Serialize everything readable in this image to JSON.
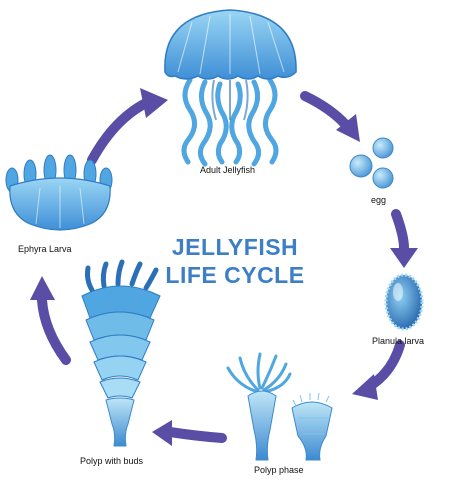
{
  "title": {
    "line1": "JELLYFISH",
    "line2": "LIFE CYCLE"
  },
  "stages": {
    "adult": "Adult Jellyfish",
    "egg": "egg",
    "planula": "Planula larva",
    "polyp": "Polyp phase",
    "polyp_buds": "Polyp with buds",
    "ephyra": "Ephyra Larva"
  },
  "colors": {
    "title": "#3d7fc4",
    "arrow": "#5a4da6",
    "jelly_light": "#8fd0f0",
    "jelly_mid": "#4fa6e0",
    "jelly_dark": "#2a6fb8",
    "ink": "#1d4f8a"
  }
}
